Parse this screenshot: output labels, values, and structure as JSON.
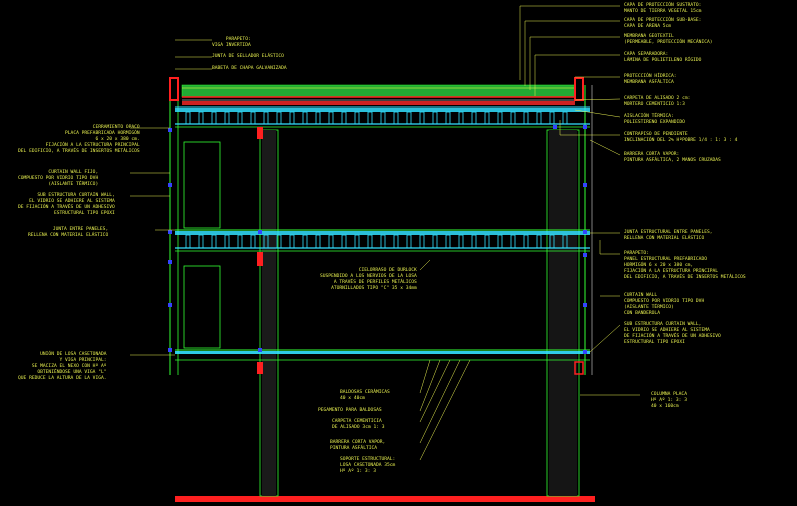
{
  "colors": {
    "background": "#000000",
    "text": "#e8f050",
    "structure": "#33ff33",
    "cyan": "#33e0ff",
    "red": "#ff2020",
    "blue": "#3344ff",
    "white": "#ffffff"
  },
  "labels_right": [
    {
      "id": "capa-proteccion-sustrato",
      "lines": [
        "CAPA DE PROTECCIÓN SUSTRATO:",
        "MANTO DE TIERRA VEGETAL 15cm"
      ]
    },
    {
      "id": "capa-proteccion-sub-base",
      "lines": [
        "CAPA DE PROTECCIÓN SUB-BASE:",
        "CAPA DE ARENA 5cm"
      ]
    },
    {
      "id": "membrana-geotextil",
      "lines": [
        "MEMBRANA GEOTEXTIL",
        "(PERMEABLE, PROTECCIÓN MECÁNICA)"
      ]
    },
    {
      "id": "capa-separadora",
      "lines": [
        "CAPA SEPARADORA:",
        "LÁMINA DE POLIETILENO RÍGIDO"
      ]
    },
    {
      "id": "proteccion-hidrica",
      "lines": [
        "PROTECCIÓN HÍDRICA:",
        "MEMBRANA ASFÁLTICA"
      ]
    },
    {
      "id": "carpeta-de-alisado",
      "lines": [
        "CARPETA DE ALISADO 2 cm:",
        "MORTERO CEMENTICIO 1:3"
      ]
    },
    {
      "id": "aislacion-termica",
      "lines": [
        "AISLACIÓN TÉRMICA:",
        "POLIESTIRENO EXPANDIDO"
      ]
    },
    {
      "id": "contrapiso-de-pendiente",
      "lines": [
        "CONTRAPISO DE PENDIENTE",
        "INCLINACIÓN DEL 2% HºPOBRE 1/4 : 1: 3 : 4"
      ]
    },
    {
      "id": "barrera-corta-vapor",
      "lines": [
        "BARRERA CORTA VAPOR:",
        "PINTURA ASFÁLTICA, 2 MANOS CRUZADAS"
      ]
    },
    {
      "id": "junta-estructural",
      "lines": [
        "JUNTA ESTRUCTURAL ENTRE PANELES,",
        "RELLENA CON MATERIAL ELÁSTICO"
      ]
    },
    {
      "id": "parapeto-panel",
      "lines": [
        "PARAPETO:",
        "PANEL ESTRUCTURAL PREFABRICADO",
        "HORMIGÓN 6 x 20 x 380 cm,",
        "FIJACIÓN A LA ESTRUCTURA PRINCIPAL",
        "DEL EDIFICIO, A TRAVÉS DE INSERTOS METÁLICOS"
      ]
    },
    {
      "id": "curtain-wall-right",
      "lines": [
        "CURTAIN WALL",
        "COMPUESTO POR VIDRIO TIPO DVH",
        "(AISLANTE TÉRMICO)",
        "CON BANDEROLA"
      ]
    },
    {
      "id": "sub-estructura-right",
      "lines": [
        "SUB ESTRUCTURA CURTAIN WALL,",
        "EL VIDRIO SE ADHIERE AL SISTEMA",
        "DE FIJACIÓN A TRAVÉS DE UN ADHESIVO",
        "ESTRUCTURAL TIPO EPOXI"
      ]
    },
    {
      "id": "columna-placa",
      "lines": [
        "COLUMNA PLACA",
        "Hº Aº 1: 3: 3",
        "40 x 160cm"
      ]
    }
  ],
  "labels_left": [
    {
      "id": "parapeto-top",
      "lines": [
        "PARAPETO:",
        "VIGA INVERTIDA"
      ]
    },
    {
      "id": "junta-sellador",
      "lines": [
        "JUNTA DE SELLADOR ELÁSTICO"
      ]
    },
    {
      "id": "babeta",
      "lines": [
        "BABETA DE CHAPA GALVANIZADA"
      ]
    },
    {
      "id": "cerramiento-opaco",
      "lines": [
        "CERRAMIENTO OPACO",
        "PLACA PREFABRICADA HORMIGÓN",
        "6 x 20 x 380 cm.",
        "FIJACIÓN A LA ESTRUCTURA PRINCIPAL",
        "DEL EDIFICIO, A TRAVÉS DE INSERTOS METÁLICOS"
      ]
    },
    {
      "id": "curtain-wall-left",
      "lines": [
        "CURTAIN WALL FIJO,",
        "COMPUESTO POR VIDRIO TIPO DVH",
        "(AISLANTE TÉRMICO)"
      ]
    },
    {
      "id": "sub-estructura-left",
      "lines": [
        "SUB ESTRUCTURA CURTAIN WALL,",
        "EL VIDRIO SE ADHIERE AL SISTEMA",
        "DE FIJACIÓN A TRAVÉS DE UN ADHESIVO",
        "ESTRUCTURAL TIPO EPOXI"
      ]
    },
    {
      "id": "junta-entre-paneles",
      "lines": [
        "JUNTA ENTRE PANELES,",
        "RELLENA CON MATERIAL ELÁSTICO"
      ]
    },
    {
      "id": "union-losa",
      "lines": [
        "UNIÓN DE LOSA CASETONADA",
        "Y VIGA PRINCIPAL:",
        "SE MACIZA EL NEXO CON Hº Aº",
        "OBTENIÉNDOSE UNA VIGA \"L\"",
        "QUE REDUCE LA ALTURA DE LA VIGA."
      ]
    }
  ],
  "labels_center": [
    {
      "id": "cielorraso",
      "lines": [
        "CIELORRASO DE DURLOCK",
        "SUSPENDIDO A LOS NERVIOS DE LA LOSA",
        "A TRAVÉS DE PERFILES METÁLICOS",
        "ATORNILLADOS TIPO \"C\" 35 x 34mm"
      ]
    },
    {
      "id": "baldosas",
      "lines": [
        "BALDOSAS CERÁMICAS",
        "40 x 40cm"
      ]
    },
    {
      "id": "pegamento",
      "lines": [
        "PEGAMENTO PARA BALDOSAS"
      ]
    },
    {
      "id": "carpeta-cementicia",
      "lines": [
        "CARPETA CEMENTICIA",
        "DE ALISADO 3cm 1: 3"
      ]
    },
    {
      "id": "barrera-vapor-floor",
      "lines": [
        "BARRERA CORTA VAPOR,",
        "PINTURA ASFÁLTICA"
      ]
    },
    {
      "id": "soporte-estructural",
      "lines": [
        "SOPORTE ESTRUCTURAL:",
        "LOSA CASETONADA 35cm",
        "Hº Aº 1: 3: 3"
      ]
    }
  ]
}
